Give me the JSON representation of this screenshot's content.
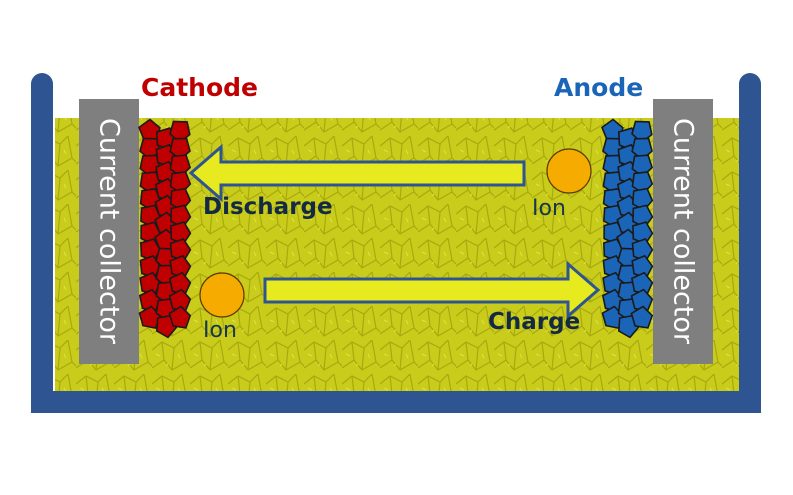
{
  "cathode": {
    "title": "Cathode",
    "color": "#c00000"
  },
  "anode": {
    "title": "Anode",
    "color": "#1b65b8"
  },
  "current_collector_label": "Current collector",
  "discharge": {
    "label": "Discharge"
  },
  "charge": {
    "label": "Charge"
  },
  "ion_label": "Ion",
  "colors": {
    "container": "#2e5591",
    "electrolyte": "#c9cc1a",
    "collector": "#7f7f7f",
    "ion": "#f5ab00",
    "arrow_fill": "#e6ea1f",
    "arrow_stroke": "#2e5591"
  }
}
